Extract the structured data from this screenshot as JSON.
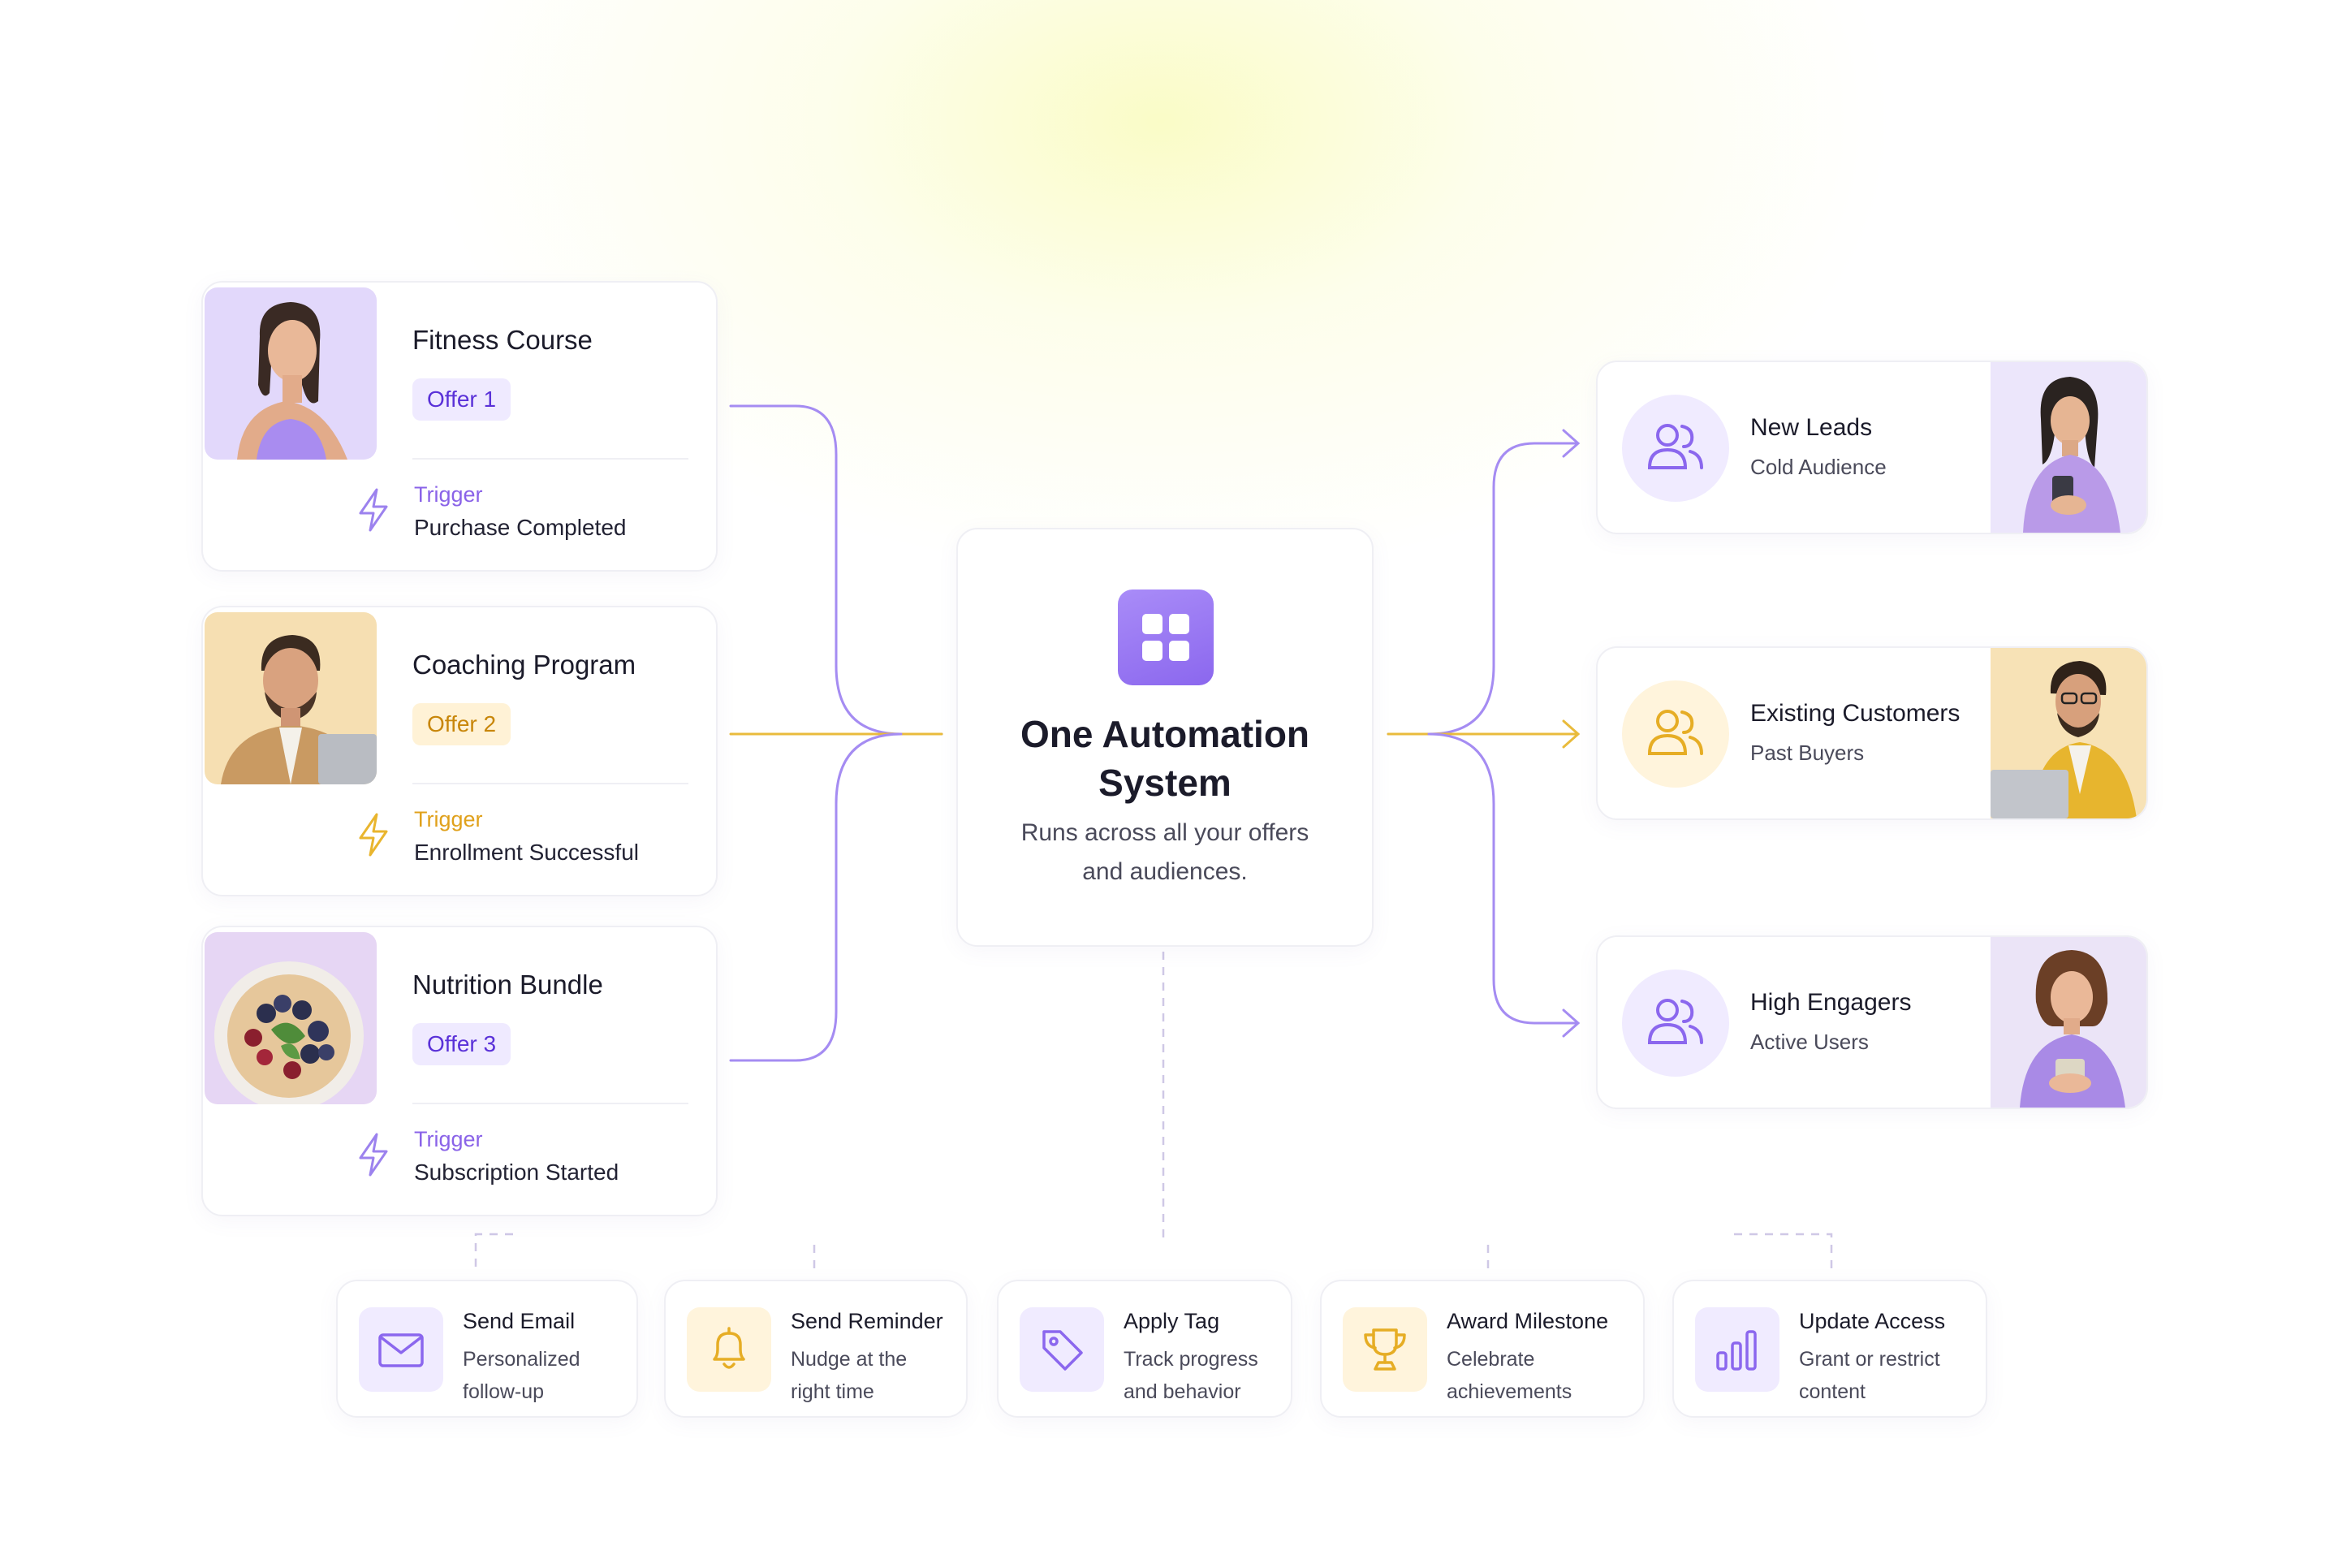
{
  "colors": {
    "purple": "#8b67ee",
    "purple_text": "#5a31d8",
    "amber": "#e8b128",
    "amber_bg": "#fff2d6",
    "glow": "#fafcc4"
  },
  "offers": [
    {
      "title": "Fitness Course",
      "badge": "Offer 1",
      "trigger_label": "Trigger",
      "trigger_value": "Purchase Completed",
      "accent": "purple",
      "icon": "lightning-icon"
    },
    {
      "title": "Coaching Program",
      "badge": "Offer 2",
      "trigger_label": "Trigger",
      "trigger_value": "Enrollment Successful",
      "accent": "amber",
      "icon": "lightning-icon"
    },
    {
      "title": "Nutrition Bundle",
      "badge": "Offer 3",
      "trigger_label": "Trigger",
      "trigger_value": "Subscription Started",
      "accent": "purple",
      "icon": "lightning-icon"
    }
  ],
  "center": {
    "title": "One Automation System",
    "subtitle": "Runs across all your offers and audiences.",
    "icon": "grid-icon"
  },
  "audiences": [
    {
      "title": "New Leads",
      "subtitle": "Cold Audience",
      "accent": "purple",
      "icon": "users-icon"
    },
    {
      "title": "Existing Customers",
      "subtitle": "Past Buyers",
      "accent": "amber",
      "icon": "users-icon"
    },
    {
      "title": "High Engagers",
      "subtitle": "Active Users",
      "accent": "purple",
      "icon": "users-icon"
    }
  ],
  "actions": [
    {
      "title": "Send Email",
      "desc_line1": "Personalized",
      "desc_line2": "follow-up",
      "accent": "purple",
      "icon": "mail-icon"
    },
    {
      "title": "Send Reminder",
      "desc_line1": "Nudge at the",
      "desc_line2": "right time",
      "accent": "amber",
      "icon": "bell-icon"
    },
    {
      "title": "Apply Tag",
      "desc_line1": "Track progress",
      "desc_line2": "and behavior",
      "accent": "purple",
      "icon": "tag-icon"
    },
    {
      "title": "Award Milestone",
      "desc_line1": "Celebrate",
      "desc_line2": "achievements",
      "accent": "amber",
      "icon": "trophy-icon"
    },
    {
      "title": "Update Access",
      "desc_line1": "Grant or restrict",
      "desc_line2": "content",
      "accent": "purple",
      "icon": "bar-chart-icon"
    }
  ]
}
